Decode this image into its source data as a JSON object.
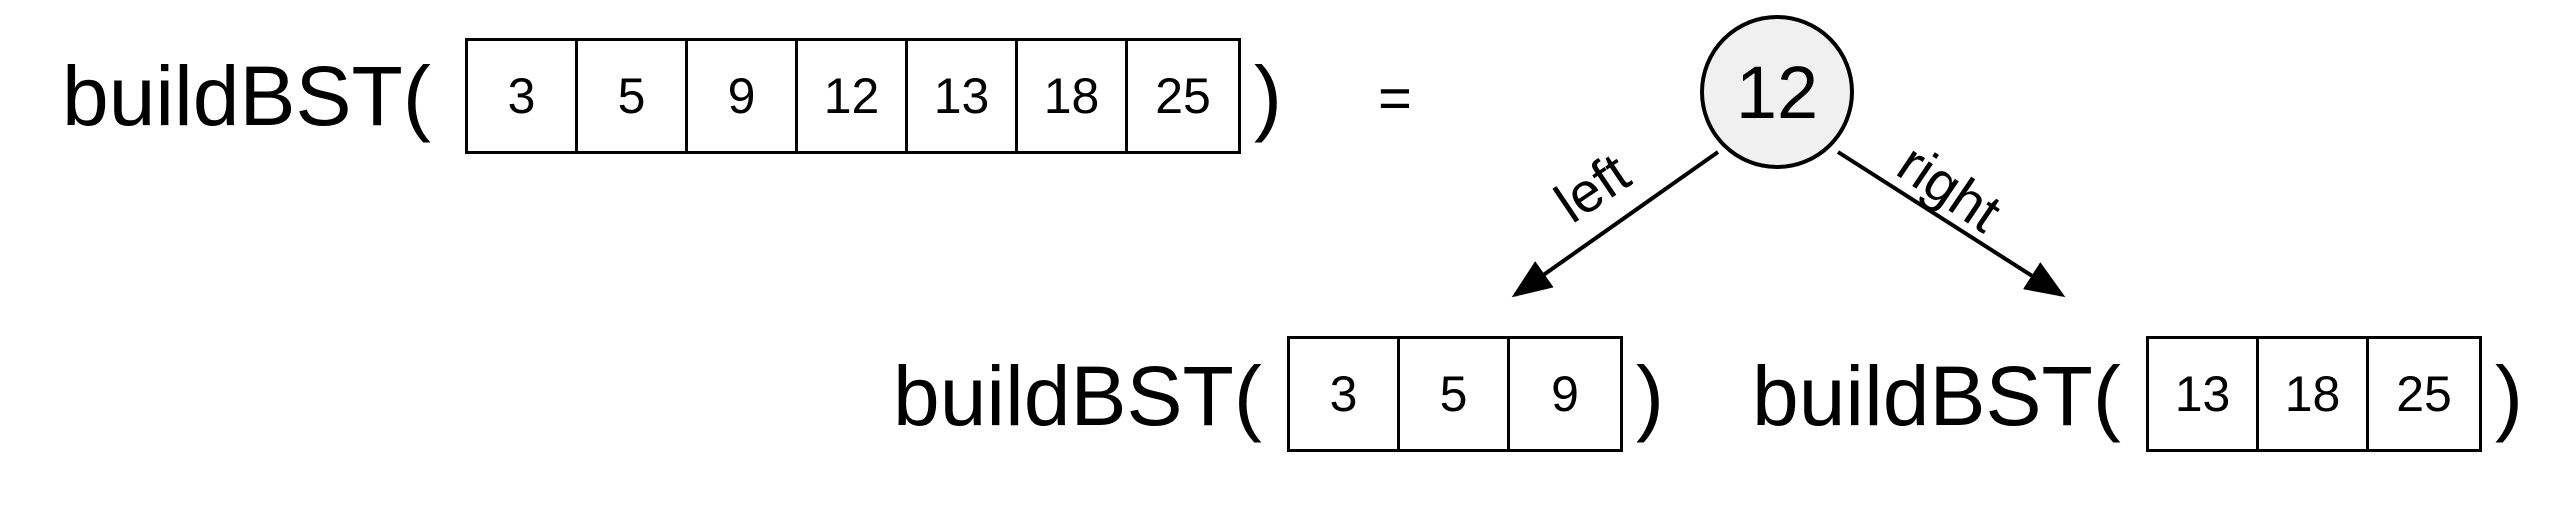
{
  "function_name": "buildBST(",
  "close_paren": ")",
  "equals": "=",
  "input_array": [
    "3",
    "5",
    "9",
    "12",
    "13",
    "18",
    "25"
  ],
  "root_value": "12",
  "left_label": "left",
  "right_label": "right",
  "left_call": {
    "function_name": "buildBST(",
    "array": [
      "3",
      "5",
      "9"
    ],
    "close_paren": ")"
  },
  "right_call": {
    "function_name": "buildBST(",
    "array": [
      "13",
      "18",
      "25"
    ],
    "close_paren": ")"
  },
  "colors": {
    "stroke": "#000000",
    "node_fill": "#f0f0f0",
    "background": "#ffffff"
  }
}
